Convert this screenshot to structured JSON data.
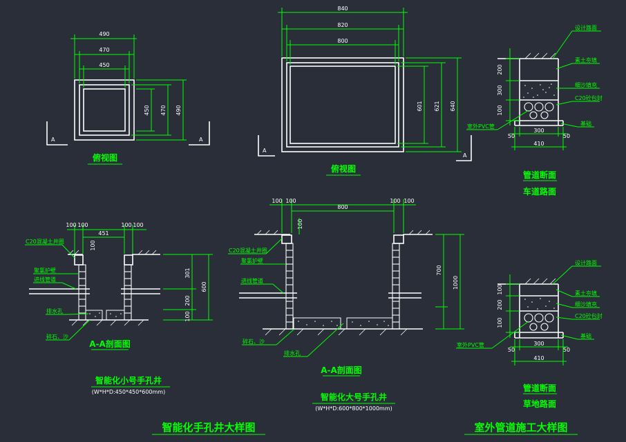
{
  "top_left_plan": {
    "dims_top": [
      "490",
      "470",
      "450"
    ],
    "dims_right": [
      "450",
      "470",
      "490"
    ],
    "section_mark": "A",
    "title": "俯视图"
  },
  "top_mid_plan": {
    "dims_top": [
      "840",
      "820",
      "800"
    ],
    "dims_right": [
      "601",
      "621",
      "640"
    ],
    "section_mark": "A",
    "title": "俯视图"
  },
  "pipe_section_top": {
    "callouts": [
      "设计路面",
      "素土夯填",
      "细沙填充",
      "C20砼包封",
      "基础",
      "室外PVC管"
    ],
    "left_dims": [
      "200",
      "300",
      "100"
    ],
    "bottom_dims": [
      "50",
      "300",
      "50",
      "410"
    ],
    "title": "管道断面",
    "subtitle": "车道路面"
  },
  "small_well": {
    "top_dims": [
      "100",
      "100",
      "451",
      "100",
      "100"
    ],
    "right_dims": [
      "301",
      "200",
      "100",
      "600"
    ],
    "callouts": [
      "C20混凝土井圈",
      "聚氯护壁",
      "进线管道",
      "排水孔",
      "碎石、沙"
    ],
    "section_title": "A-A剖面图",
    "title": "智能化小号手孔井",
    "spec": "(W*H*D:450*450*600mm)"
  },
  "large_well": {
    "top_dims": [
      "100",
      "100",
      "800",
      "100",
      "100"
    ],
    "side_dim": "100",
    "right_dims": [
      "700",
      "1000"
    ],
    "callouts": [
      "C20混凝土井圈",
      "聚氯护壁",
      "进线管道",
      "碎石、沙",
      "排水孔"
    ],
    "section_title": "A-A剖面图",
    "title": "智能化大号手孔井",
    "spec": "(W*H*D:600*800*1000mm)"
  },
  "pipe_section_bottom": {
    "callouts": [
      "设计路面",
      "素土夯填",
      "细沙填充",
      "C20砼包封",
      "基础",
      "室外PVC管"
    ],
    "left_dims": [
      "100",
      "200",
      "100"
    ],
    "bottom_dims": [
      "50",
      "300",
      "50",
      "410"
    ],
    "title": "管道断面",
    "subtitle": "草地路面"
  },
  "sheet_titles": {
    "left": "智能化手孔井大样图",
    "right": "室外管道施工大样图"
  }
}
